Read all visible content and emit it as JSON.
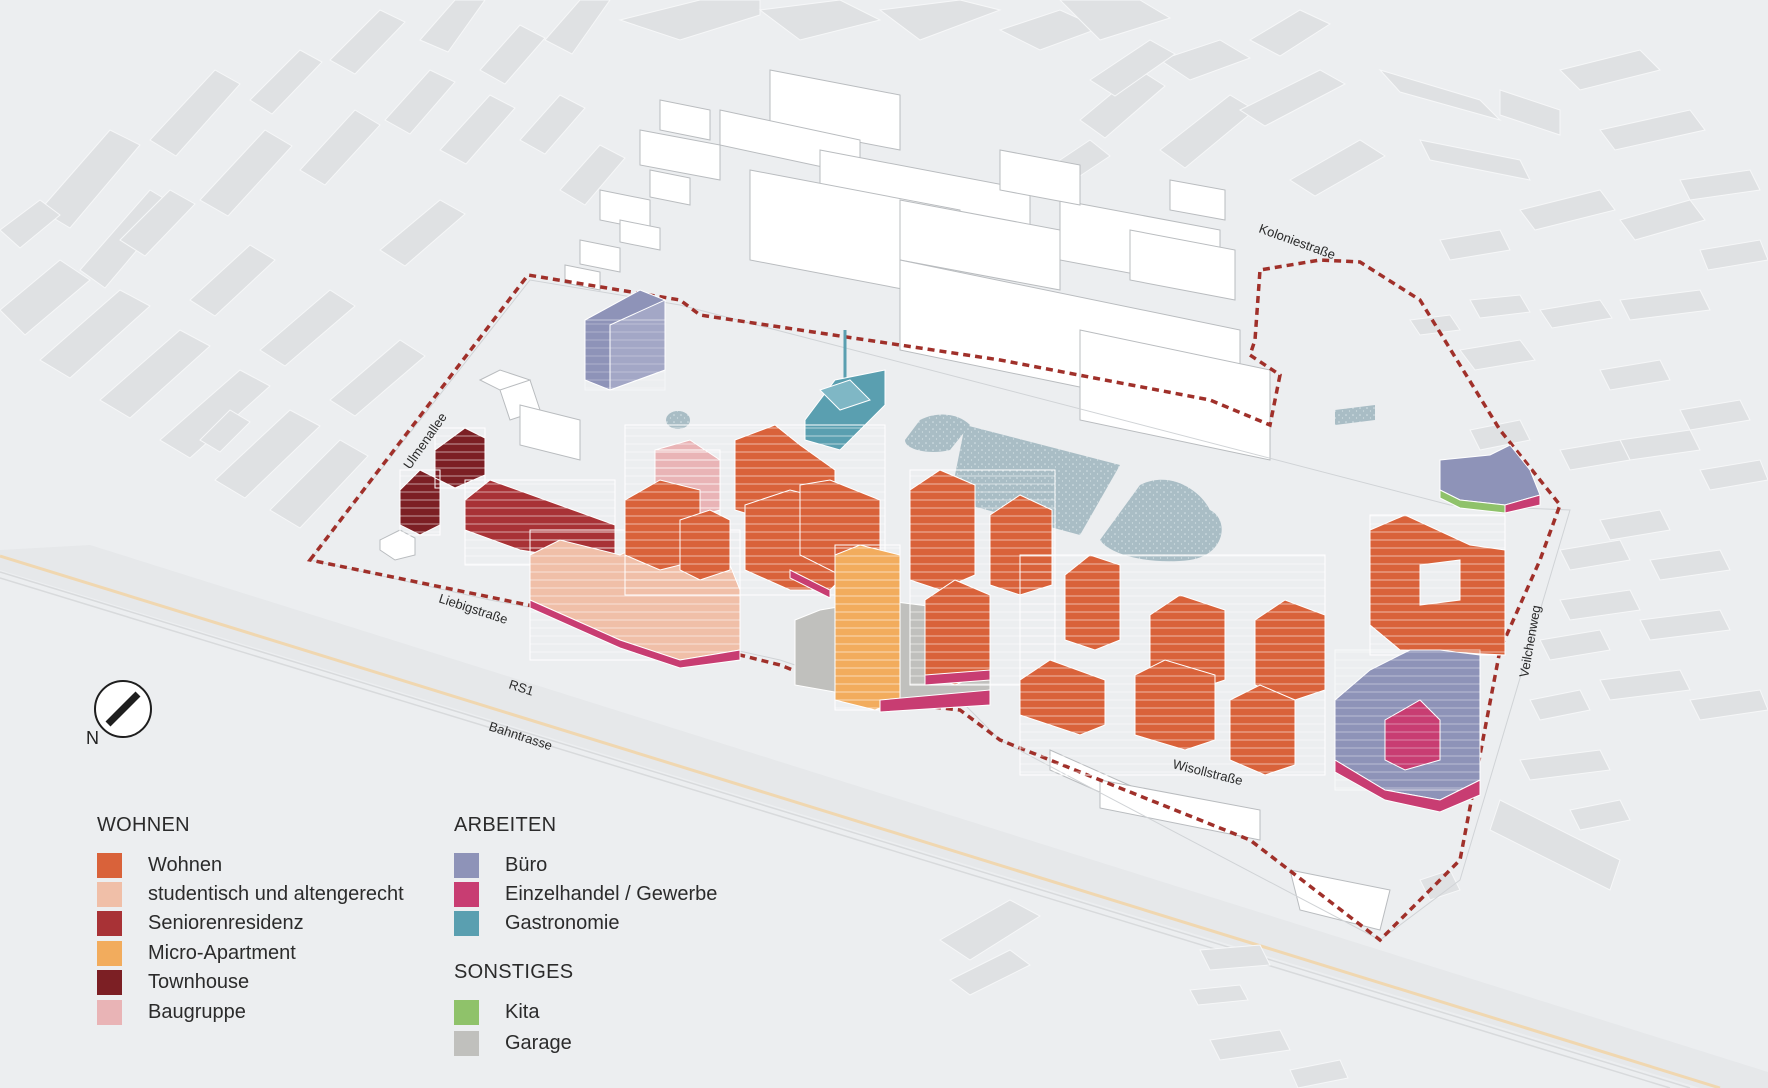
{
  "colors": {
    "wohnen": "#d9623a",
    "studentisch": "#f0bfa8",
    "seniorenresidenz": "#a83236",
    "micro_apartment": "#f2ac5d",
    "townhouse": "#7c1f24",
    "baugruppe": "#e9b4b6",
    "buero": "#8e93b8",
    "einzelhandel": "#c83d72",
    "gastronomie": "#5a9fb0",
    "kita": "#8fc26a",
    "garage": "#c0c0bd",
    "boundary": "#a0302a",
    "bahntrasse": "#f0d7b0"
  },
  "streets": {
    "koloniestrasse": "Koloniestraße",
    "ulmenallee": "Ulmenallee",
    "liebigstrasse": "Liebigstraße",
    "rs1": "RS1",
    "bahntrasse": "Bahntrasse",
    "wisollstrasse": "Wisollstraße",
    "veilchenweg": "Veilchenweg"
  },
  "compass": {
    "label": "N"
  },
  "legend": {
    "wohnen": {
      "heading": "WOHNEN",
      "items": [
        {
          "label": "Wohnen",
          "color": "#d9623a"
        },
        {
          "label": "studentisch und altengerecht",
          "color": "#f0bfa8"
        },
        {
          "label": "Seniorenresidenz",
          "color": "#a83236"
        },
        {
          "label": "Micro-Apartment",
          "color": "#f2ac5d"
        },
        {
          "label": "Townhouse",
          "color": "#7c1f24"
        },
        {
          "label": "Baugruppe",
          "color": "#e9b4b6"
        }
      ]
    },
    "arbeiten": {
      "heading": "ARBEITEN",
      "items": [
        {
          "label": "Büro",
          "color": "#8e93b8"
        },
        {
          "label": "Einzelhandel / Gewerbe",
          "color": "#c83d72"
        },
        {
          "label": "Gastronomie",
          "color": "#5a9fb0"
        }
      ]
    },
    "sonstiges": {
      "heading": "SONSTIGES",
      "items": [
        {
          "label": "Kita",
          "color": "#8fc26a"
        },
        {
          "label": "Garage",
          "color": "#c0c0bd"
        }
      ]
    }
  }
}
